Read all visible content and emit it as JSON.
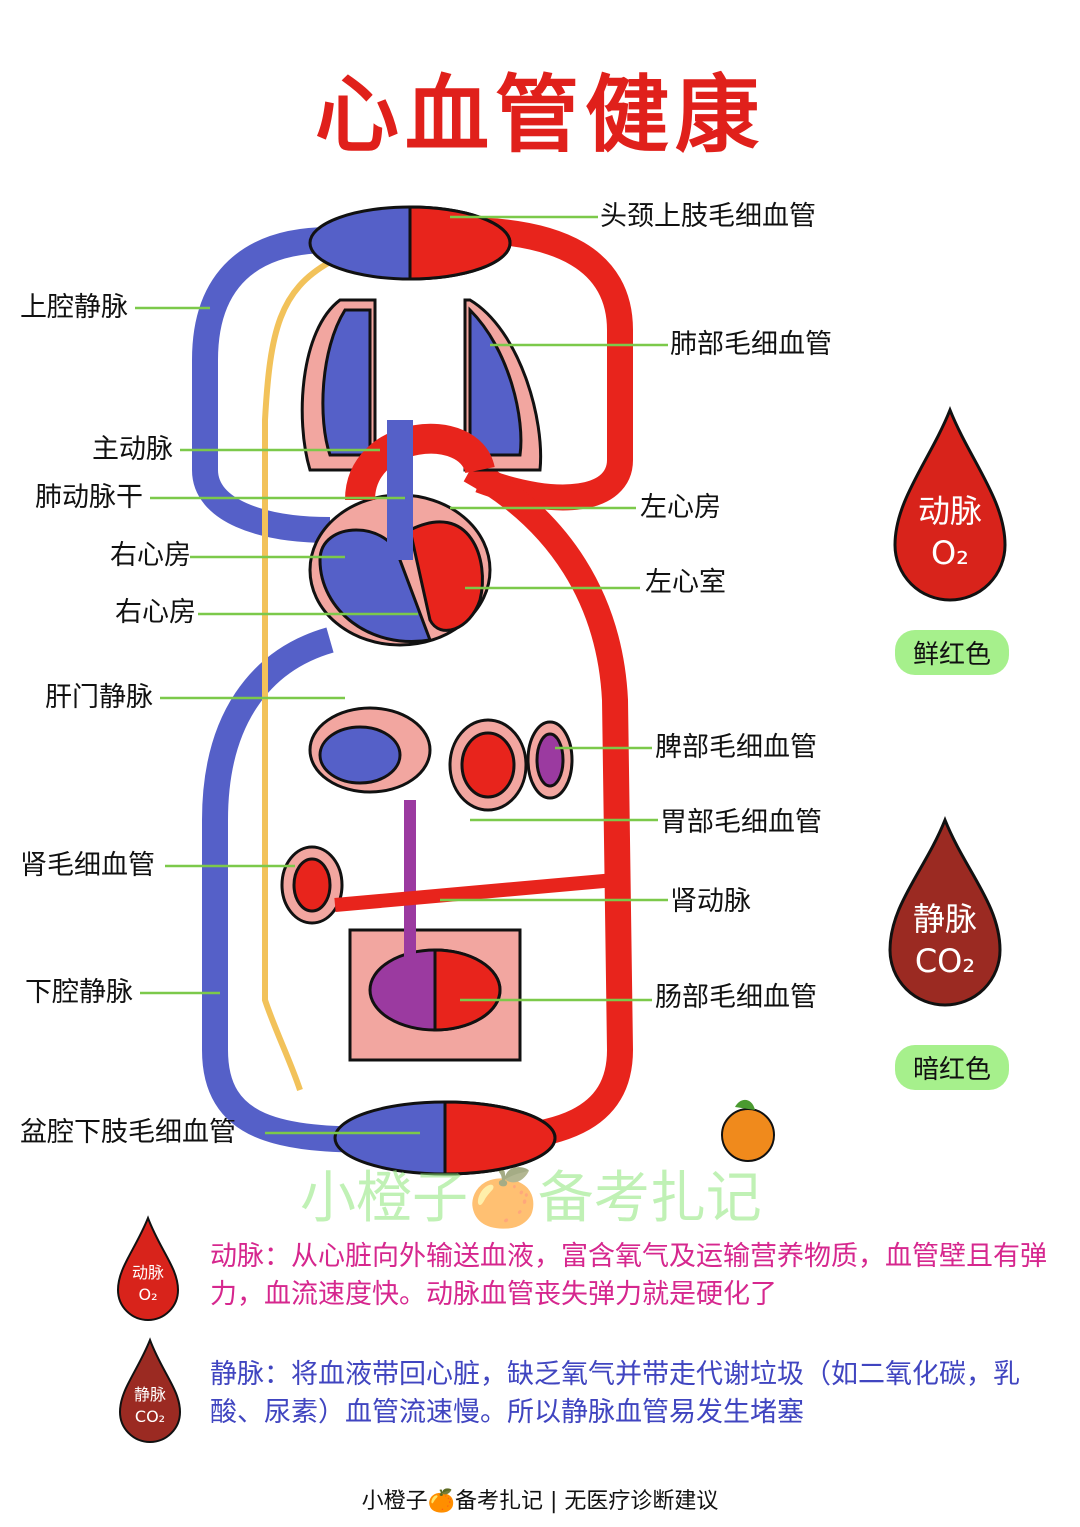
{
  "title": "心血管健康",
  "labels_left": [
    "上腔静脉",
    "主动脉",
    "肺动脉干",
    "右心房",
    "右心房",
    "肝门静脉",
    "肾毛细血管",
    "下腔静脉",
    "盆腔下肢毛细血管"
  ],
  "labels_right": [
    "头颈上肢毛细血管",
    "肺部毛细血管",
    "左心房",
    "左心室",
    "脾部毛细血管",
    "胃部毛细血管",
    "肾动脉",
    "肠部毛细血管"
  ],
  "legend": {
    "artery": {
      "name": "动脉",
      "gas": "O₂",
      "color_name": "鲜红色",
      "color": "#d8231b"
    },
    "vein": {
      "name": "静脉",
      "gas": "CO₂",
      "color_name": "暗红色",
      "color": "#9b2a22"
    }
  },
  "notes": {
    "artery_text": "动脉：从心脏向外输送血液，富含氧气及运输营养物质，血管壁且有弹力，血流速度快。动脉血管丧失弹力就是硬化了",
    "vein_text": "静脉：将血液带回心脏，缺乏氧气并带走代谢垃圾（如二氧化碳，乳酸、尿素）血管流速慢。所以静脉血管易发生堵塞"
  },
  "watermark": "小橙子🍊备考扎记",
  "footer": "小橙子🍊备考扎记 | 无医疗诊断建议",
  "colors": {
    "artery": "#e8241c",
    "vein": "#5560c8",
    "portal": "#9b3aa0",
    "organ": "#f2a6a0",
    "label_line": "#7cc94a",
    "title": "#e0201b"
  }
}
